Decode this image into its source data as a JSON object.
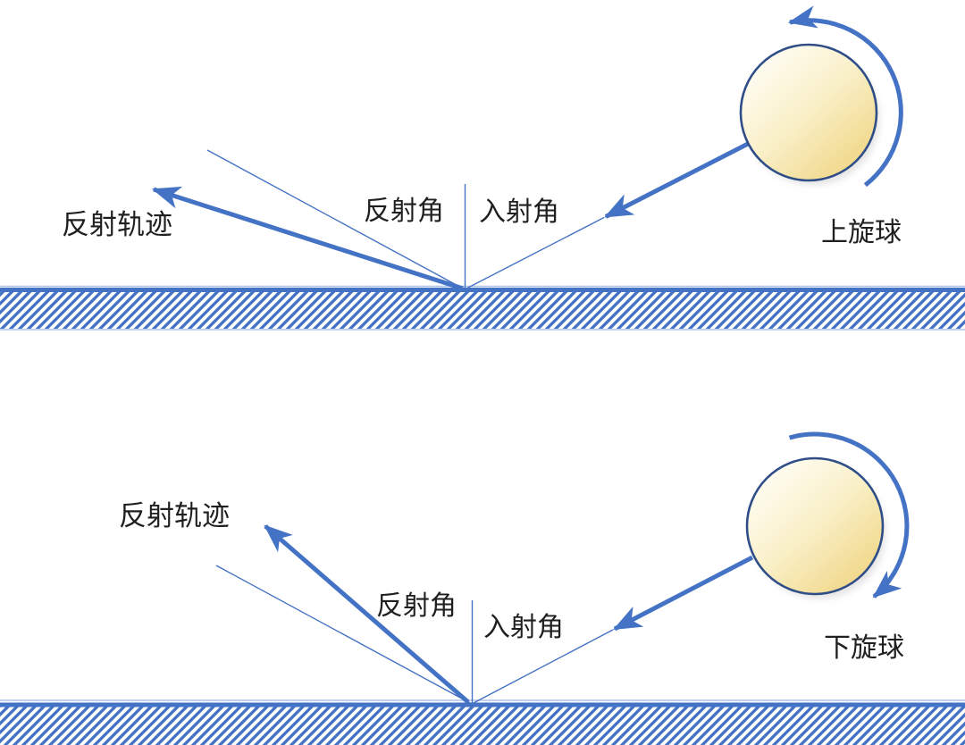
{
  "figure": {
    "colors": {
      "accent": "#4472C4",
      "ball_outline": "#2F4E87",
      "ball_gradient_start": "#FFFEF6",
      "ball_gradient_mid": "#F9EFC6",
      "ball_gradient_end": "#F0D685",
      "ground_edge_light": "#AEC3E8",
      "text": "#1F1F1F"
    },
    "top_diagram": {
      "name": "topspin",
      "spin_label": "上旋球",
      "reflection_angle_label": "反射角",
      "incidence_angle_label": "入射角",
      "reflection_trajectory_label": "反射轨迹",
      "spin_arrow_icon": "counterclockwise-arc-arrow"
    },
    "bottom_diagram": {
      "name": "backspin",
      "spin_label": "下旋球",
      "reflection_angle_label": "反射角",
      "incidence_angle_label": "入射角",
      "reflection_trajectory_label": "反射轨迹",
      "spin_arrow_icon": "clockwise-arc-arrow"
    }
  }
}
